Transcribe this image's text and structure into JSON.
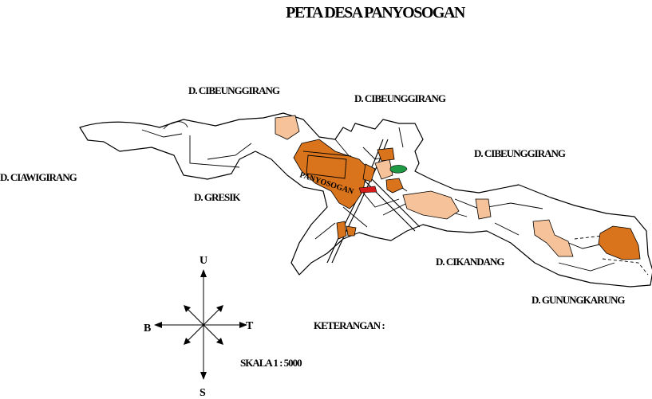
{
  "map": {
    "title": "PETA DESA PANYOSOGAN",
    "village_label": "PANYOSOGAN",
    "neighbors": [
      {
        "id": "chibeunggirang-west",
        "label": "D. CIBEUNGGIRANG"
      },
      {
        "id": "chibeunggirang-north",
        "label": "D. CIBEUNGGIRANG"
      },
      {
        "id": "chibeunggirang-east",
        "label": "D. CIBEUNGGIRANG"
      },
      {
        "id": "ciawigirang",
        "label": "D. CIAWIGIRANG"
      },
      {
        "id": "gresik",
        "label": "D. GRESIK"
      },
      {
        "id": "cikandang",
        "label": "D. CIKANDANG"
      },
      {
        "id": "gunungkarung",
        "label": "D. GUNUNGKARUNG"
      }
    ],
    "compass": {
      "north": "U",
      "south": "S",
      "east": "T",
      "west": "B"
    },
    "legend_title": "KETERANGAN :",
    "scale": "SKALA 1 : 5000",
    "colors": {
      "settlement": "#d9731c",
      "field": "#f6c299",
      "red_area": "#d61b1b",
      "green_area": "#1f9a44",
      "outline": "#000000",
      "background": "#ffffff"
    }
  }
}
